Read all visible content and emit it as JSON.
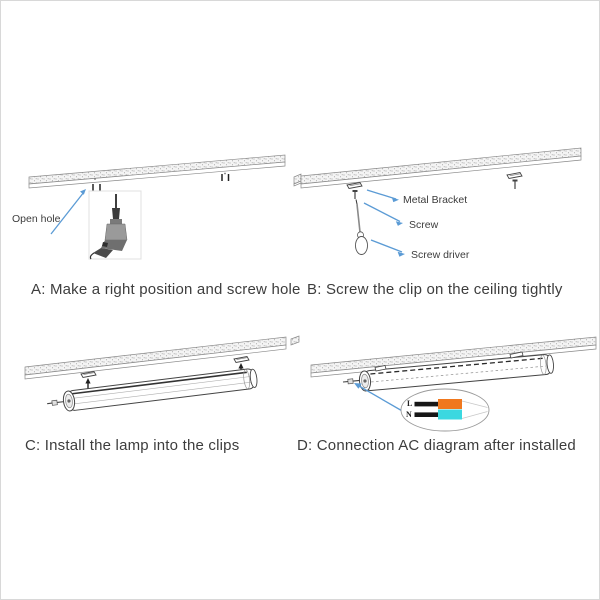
{
  "colors": {
    "arrow_blue": "#5b9bd5",
    "wire_black": "#161616",
    "wire_live_orange": "#f0781e",
    "wire_neutral_cyan": "#3bd8e0",
    "text": "#3d3d3d"
  },
  "panels": {
    "a": {
      "caption": "A: Make a right position and screw hole",
      "open_hole_label": "Open hole"
    },
    "b": {
      "caption": "B: Screw the clip on the ceiling tightly",
      "metal_bracket_label": "Metal Bracket",
      "screw_label": "Screw",
      "screw_driver_label": "Screw driver"
    },
    "c": {
      "caption": "C: Install the lamp into the clips"
    },
    "d": {
      "caption": "D: Connection AC diagram after installed",
      "live_label": "L",
      "neutral_label": "N"
    }
  }
}
